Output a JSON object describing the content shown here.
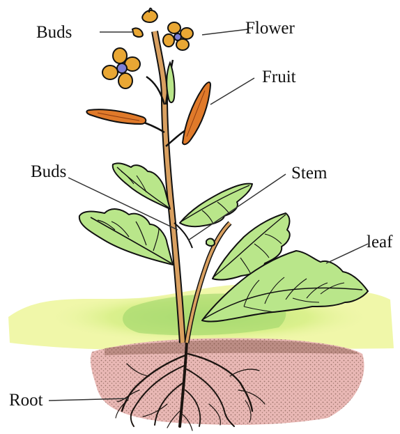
{
  "labels": {
    "buds_top": "Buds",
    "flower": "Flower",
    "fruit": "Fruit",
    "buds_mid": "Buds",
    "stem": "Stem",
    "leaf": "leaf",
    "root": "Root"
  },
  "colors": {
    "leaf_fill": "#b9e68a",
    "leaf_vein": "#1a2a10",
    "stem": "#d9a060",
    "petal": "#e9a734",
    "flower_center": "#7d7fd6",
    "fruit": "#e07a2a",
    "soil": "#e8b7b3",
    "ground_green": "#c7ea7c",
    "outline": "#111111"
  }
}
